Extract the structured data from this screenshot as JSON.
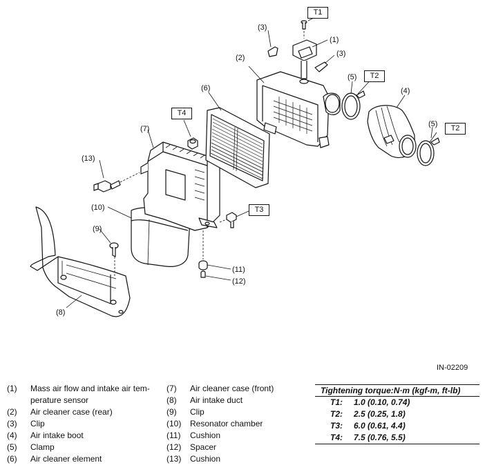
{
  "figure": {
    "id": "IN-02209",
    "callouts": {
      "c1": "(1)",
      "c2": "(2)",
      "c3a": "(3)",
      "c3b": "(3)",
      "c4": "(4)",
      "c5a": "(5)",
      "c5b": "(5)",
      "c6": "(6)",
      "c7": "(7)",
      "c8": "(8)",
      "c9": "(9)",
      "c10": "(10)",
      "c11": "(11)",
      "c12": "(12)",
      "c13": "(13)"
    },
    "torque_tags": {
      "t1": "T1",
      "t2a": "T2",
      "t2b": "T2",
      "t3": "T3",
      "t4": "T4"
    }
  },
  "legend_left": [
    {
      "num": "(1)",
      "text": "Mass air flow and intake air tem-perature sensor"
    },
    {
      "num": "(2)",
      "text": "Air cleaner case (rear)"
    },
    {
      "num": "(3)",
      "text": "Clip"
    },
    {
      "num": "(4)",
      "text": "Air intake boot"
    },
    {
      "num": "(5)",
      "text": "Clamp"
    },
    {
      "num": "(6)",
      "text": "Air cleaner element"
    }
  ],
  "legend_mid": [
    {
      "num": "(7)",
      "text": "Air cleaner case (front)"
    },
    {
      "num": "(8)",
      "text": "Air intake duct"
    },
    {
      "num": "(9)",
      "text": "Clip"
    },
    {
      "num": "(10)",
      "text": "Resonator chamber"
    },
    {
      "num": "(11)",
      "text": "Cushion"
    },
    {
      "num": "(12)",
      "text": "Spacer"
    },
    {
      "num": "(13)",
      "text": "Cushion"
    }
  ],
  "torque": {
    "title": "Tightening torque:N·m (kgf-m, ft-lb)",
    "rows": [
      {
        "key": "T1:",
        "value": "1.0 (0.10, 0.74)"
      },
      {
        "key": "T2:",
        "value": "2.5 (0.25, 1.8)"
      },
      {
        "key": "T3:",
        "value": "6.0 (0.61, 4.4)"
      },
      {
        "key": "T4:",
        "value": "7.5 (0.76, 5.5)"
      }
    ]
  }
}
